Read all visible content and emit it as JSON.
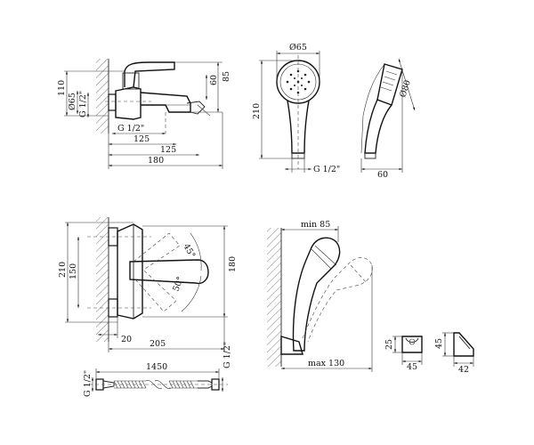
{
  "mixer_side_view": {
    "dim_height_total": "110",
    "dim_diameter": "Ø65",
    "dim_thread_left": "G 1/2\"",
    "dim_height_right": "85",
    "dim_height_right_inner": "60",
    "dim_thread_bottom": "G 1/2\"",
    "dim_width_a": "125",
    "dim_width_b": "125",
    "dim_width_total": "180"
  },
  "hand_shower_front": {
    "dim_head_diameter": "Ø65",
    "dim_length": "210",
    "dim_thread": "G 1/2\""
  },
  "hand_shower_side": {
    "dim_head_diameter": "Ø80",
    "dim_depth": "60"
  },
  "mixer_front_view": {
    "dim_height_outer": "210",
    "dim_height_inner": "150",
    "dim_height_right": "180",
    "dim_angle_up": "45°",
    "dim_angle_down": "50°",
    "dim_offset": "20",
    "dim_projection": "205"
  },
  "hose_view": {
    "dim_length": "1450",
    "dim_thread_left": "G 1/2\"",
    "dim_thread_right": "G 1/2\""
  },
  "shower_on_holder": {
    "dim_min": "min 85",
    "dim_max": "max 130"
  },
  "holder_front": {
    "dim_height": "25",
    "dim_width": "45"
  },
  "holder_side": {
    "dim_height": "45",
    "dim_depth": "42"
  }
}
